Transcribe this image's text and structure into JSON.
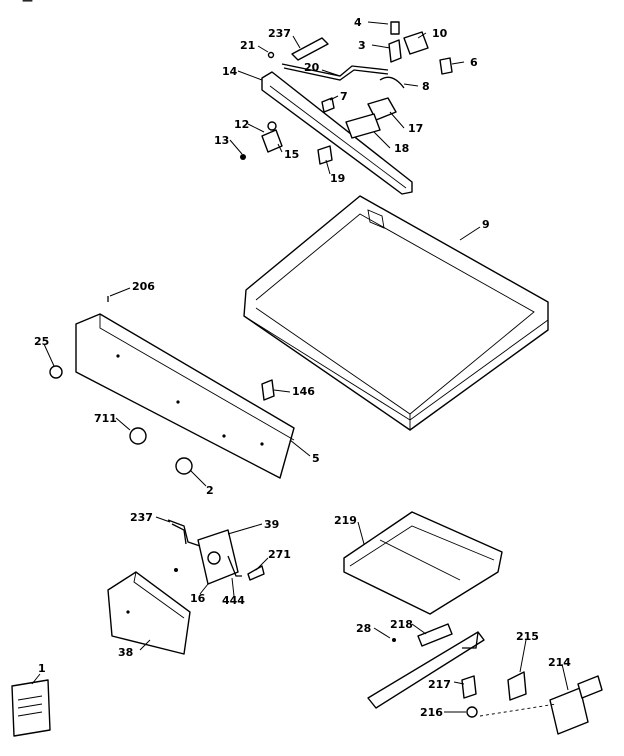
{
  "header_fragment": "—",
  "callouts": {
    "c4": "4",
    "c10": "10",
    "c6": "6",
    "c3": "3",
    "c237a": "237",
    "c21": "21",
    "c14": "14",
    "c20": "20",
    "c8": "8",
    "c7": "7",
    "c17": "17",
    "c18": "18",
    "c12": "12",
    "c13": "13",
    "c15": "15",
    "c19": "19",
    "c9": "9",
    "c206": "206",
    "c25": "25",
    "c146": "146",
    "c711": "711",
    "c5": "5",
    "c2": "2",
    "c237b": "237",
    "c39": "39",
    "c271": "271",
    "c16": "16",
    "c444": "444",
    "c38": "38",
    "c219": "219",
    "c28": "28",
    "c218": "218",
    "c215": "215",
    "c214": "214",
    "c217": "217",
    "c216": "216",
    "c1": "1"
  }
}
